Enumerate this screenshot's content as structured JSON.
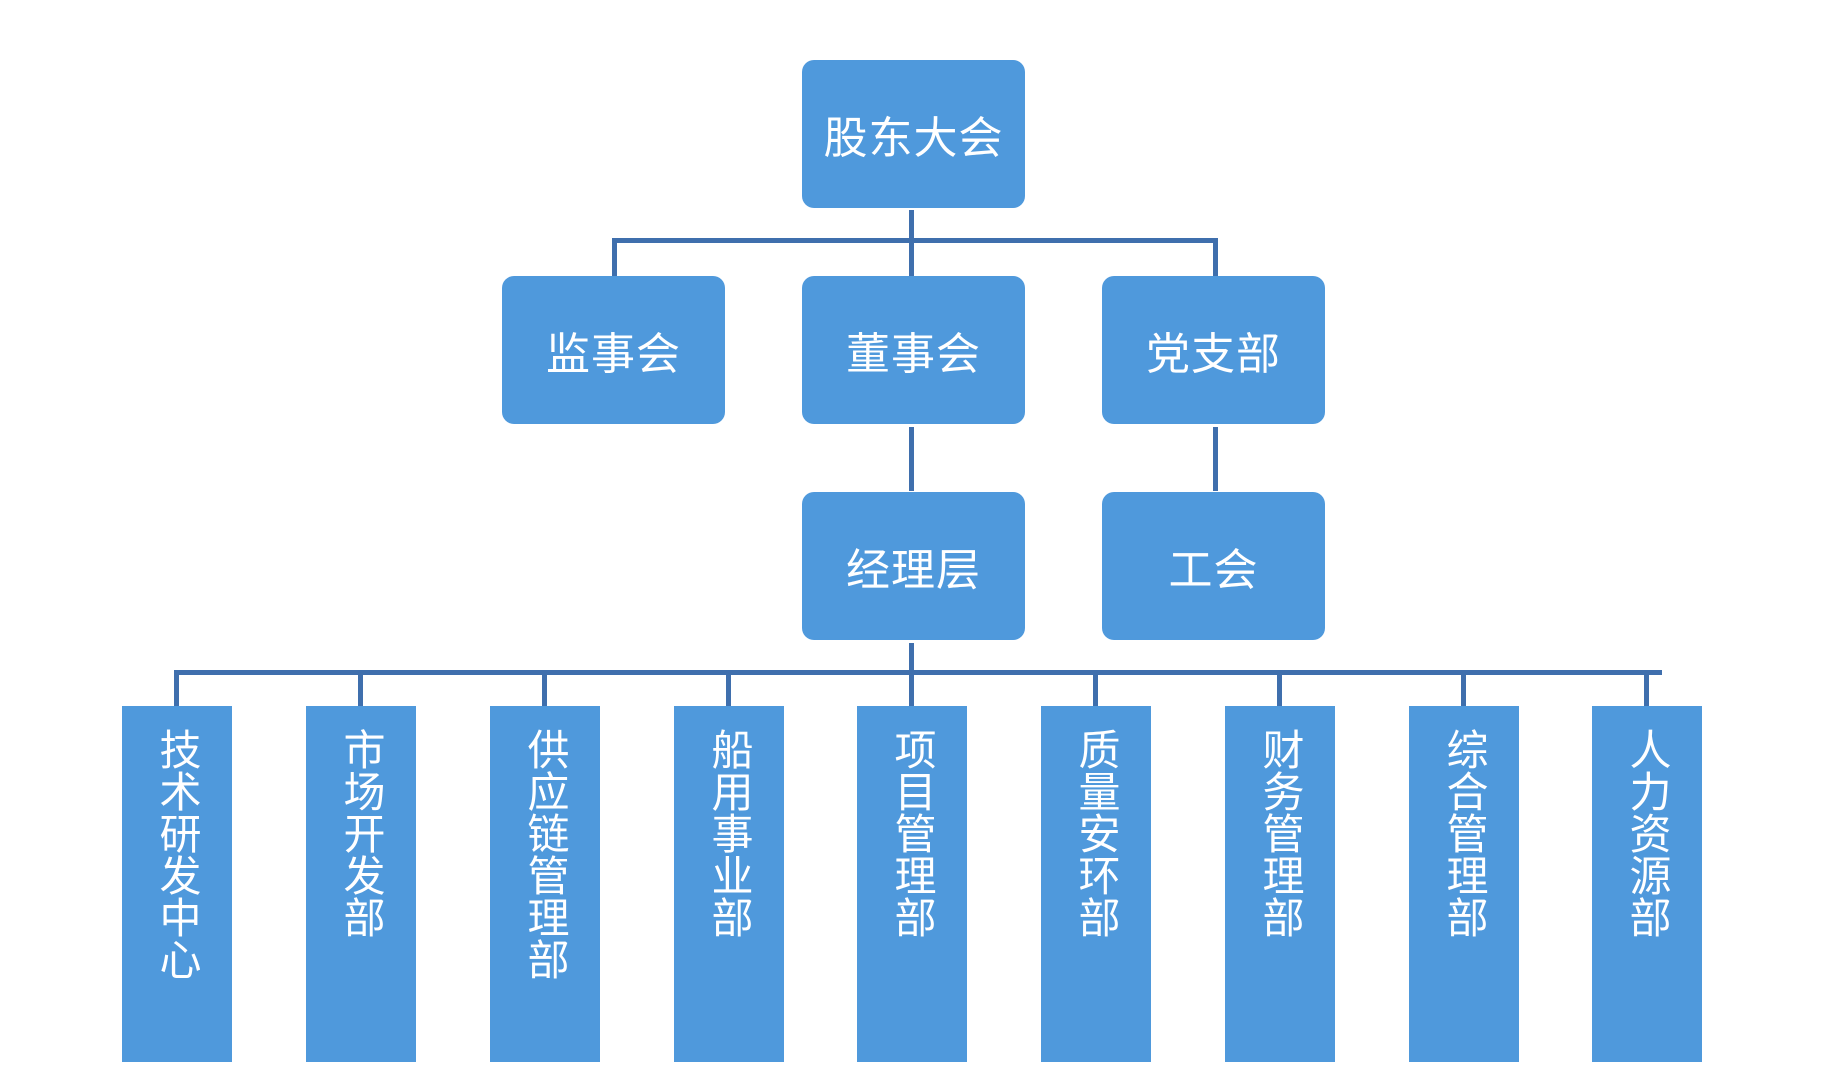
{
  "colors": {
    "box_fill": "#4f99dc",
    "connector": "#3f6fad",
    "text": "#ffffff",
    "background": "#ffffff"
  },
  "org_chart": {
    "top": {
      "label": "股东大会"
    },
    "level2": [
      {
        "id": "supervisory",
        "label": "监事会"
      },
      {
        "id": "board",
        "label": "董事会"
      },
      {
        "id": "party",
        "label": "党支部"
      }
    ],
    "level3": [
      {
        "id": "management",
        "label": "经理层"
      },
      {
        "id": "union",
        "label": "工会"
      }
    ],
    "departments": [
      {
        "id": "rd",
        "label": "技术研发中心"
      },
      {
        "id": "market",
        "label": "市场开发部"
      },
      {
        "id": "supply",
        "label": "供应链管理部"
      },
      {
        "id": "ship",
        "label": "船用事业部"
      },
      {
        "id": "project",
        "label": "项目管理部"
      },
      {
        "id": "quality",
        "label": "质量安环部"
      },
      {
        "id": "finance",
        "label": "财务管理部"
      },
      {
        "id": "admin",
        "label": "综合管理部"
      },
      {
        "id": "hr",
        "label": "人力资源部"
      }
    ]
  }
}
